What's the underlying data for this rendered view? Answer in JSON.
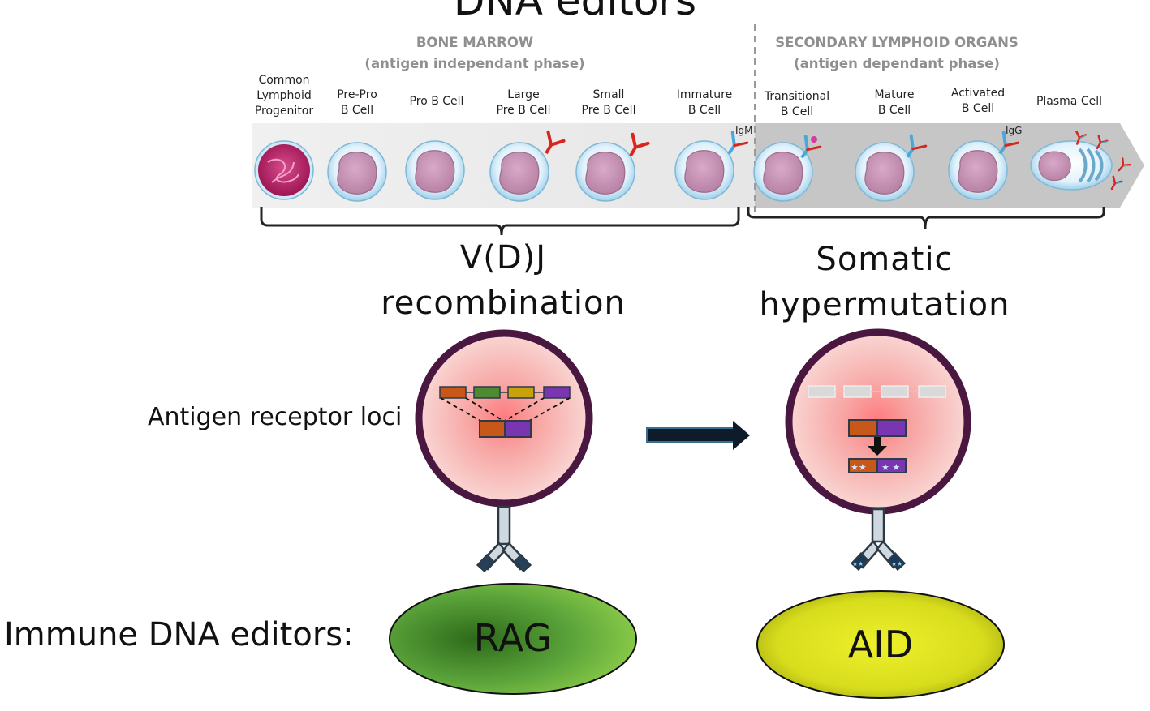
{
  "title_fragment": "DNA editors",
  "phases": [
    {
      "name": "BONE MARROW",
      "subtitle": "(antigen independant phase)"
    },
    {
      "name": "SECONDARY LYMPHOID ORGANS",
      "subtitle": "(antigen dependant phase)"
    }
  ],
  "stages": [
    {
      "label": [
        "Common",
        "Lymphoid",
        "Progenitor"
      ]
    },
    {
      "label": [
        "Pre-Pro",
        "B Cell"
      ]
    },
    {
      "label": [
        "Pro B Cell"
      ]
    },
    {
      "label": [
        "Large",
        "Pre B Cell"
      ]
    },
    {
      "label": [
        "Small",
        "Pre B Cell"
      ]
    },
    {
      "label": [
        "Immature",
        "B Cell"
      ]
    },
    {
      "label": [
        "Transitional",
        "B Cell"
      ]
    },
    {
      "label": [
        "Mature",
        "B Cell"
      ]
    },
    {
      "label": [
        "Activated",
        "B Cell"
      ]
    },
    {
      "label": [
        "Plasma Cell"
      ]
    }
  ],
  "antibody_labels": {
    "igm": "IgM",
    "igg": "IgG"
  },
  "processes": {
    "vdj": {
      "line1": "V(D)J",
      "line2": "recombination"
    },
    "shm": {
      "line1": "Somatic",
      "line2": "hypermutation"
    }
  },
  "loci_label": "Antigen receptor loci",
  "editors": {
    "title": "Immune DNA editors:",
    "rag": "RAG",
    "aid": "AID"
  },
  "colors": {
    "segment_orange": "#c8581a",
    "segment_green": "#4e8a33",
    "segment_gold": "#c9a10a",
    "segment_purple": "#7a35b0",
    "segment_grey": "#d6d6d6",
    "nucleus_border": "#4a1740",
    "rag_fill": "#4f9a2a",
    "aid_fill": "#c8cf1a",
    "antibody_red": "#d8261f",
    "antibody_blue": "#4aa8d8"
  }
}
